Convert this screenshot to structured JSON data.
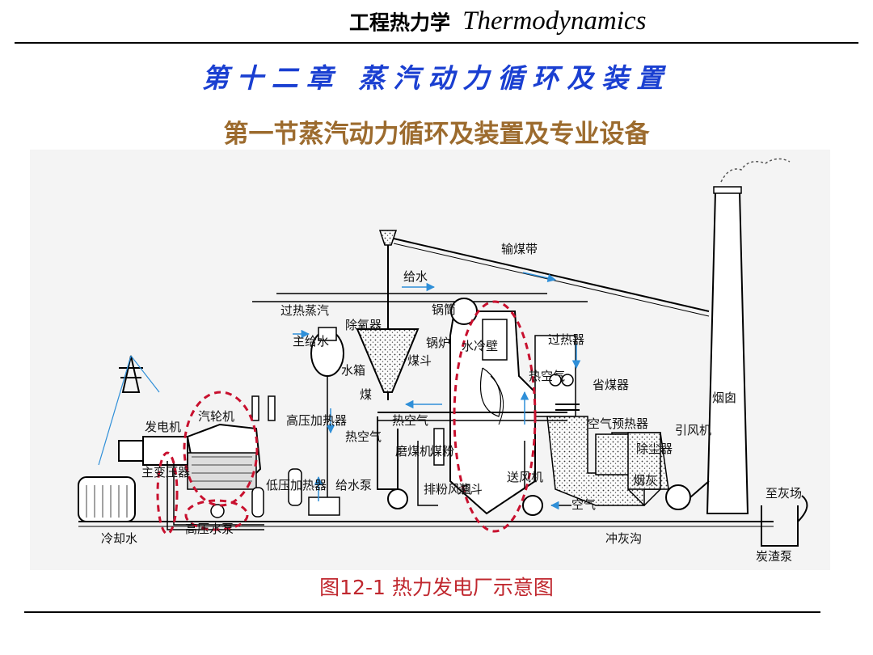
{
  "header": {
    "course_cn": "工程热力学",
    "course_en": "Thermodynamics"
  },
  "chapter_title": "第十二章  蒸汽动力循环及装置",
  "section_title": "第一节蒸汽动力循环及装置及专业设备",
  "figure_caption": "图12-1 热力发电厂示意图",
  "diagram": {
    "labels": {
      "coal_belt": "输煤带",
      "feed_water": "给水",
      "superheated_steam": "过热蒸汽",
      "drum": "锅筒",
      "deaerator": "除氧器",
      "water_tank": "水箱",
      "main_feed_water": "主给水",
      "boiler": "锅炉",
      "coal_hopper": "煤斗",
      "coal": "煤",
      "water_wall": "水冷壁",
      "superheater": "过热器",
      "economizer": "省煤器",
      "hot_air_v": "热空气",
      "hot_air_h": "热空气",
      "hot_air_left": "热空气",
      "chimney": "烟囱",
      "air_preheater": "空气预热器",
      "turbine": "汽轮机",
      "generator": "发电机",
      "hp_heater": "高压加热器",
      "coal_mill": "磨煤机",
      "pulverized_coal": "煤粉",
      "exhaust_fan": "排粉风机",
      "slag_hopper": "渣斗",
      "forced_fan": "送风机",
      "air": "空气",
      "dust_collector": "除尘器",
      "induced_fan": "引风机",
      "fly_ash": "烟灰",
      "to_ash_yard": "至灰场",
      "main_transformer": "主变压器",
      "lp_heater": "低压加热器",
      "feed_pump": "给水泵",
      "hp_pump": "高压水泵",
      "cooling_water": "冷却水",
      "ash_trench": "冲灰沟",
      "slag_pump": "炭渣泵"
    }
  },
  "colors": {
    "chapter": "#1a3fd1",
    "section": "#9c6b2e",
    "caption": "#c0282f",
    "flow_arrow": "#2f8fd8",
    "highlight": "#c8102e"
  }
}
